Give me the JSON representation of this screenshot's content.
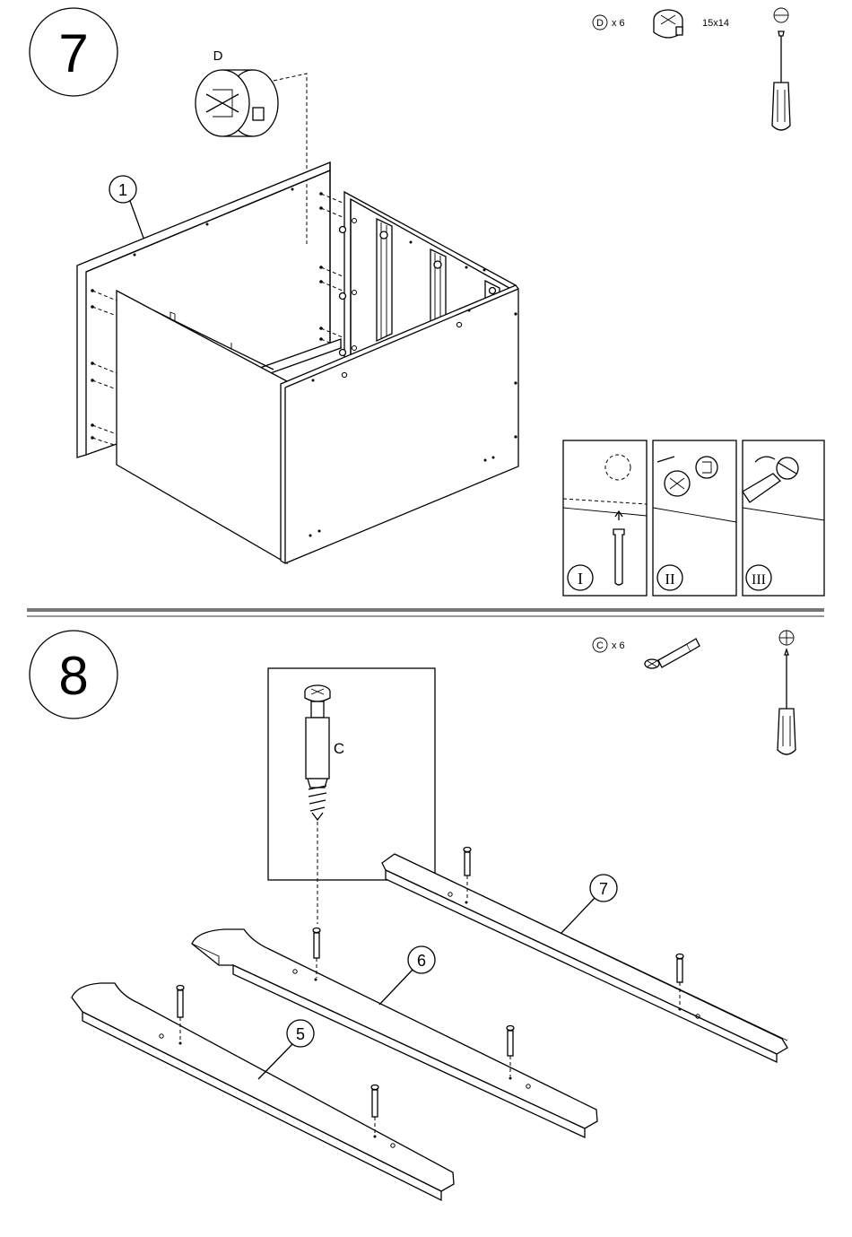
{
  "step7": {
    "number": "7",
    "hardware": {
      "letter": "D",
      "qty": "x 6",
      "size": "15x14"
    },
    "part_label": "D",
    "callout_1": "1",
    "inset_labels": [
      "I",
      "II",
      "III"
    ]
  },
  "step8": {
    "number": "8",
    "hardware": {
      "letter": "C",
      "qty": "x 6"
    },
    "detail_label": "C",
    "callout_5": "5",
    "callout_6": "6",
    "callout_7": "7"
  },
  "icons": [
    "flathead-screwdriver-icon",
    "phillips-screwdriver-icon",
    "cam-lock-icon",
    "cam-bolt-icon"
  ]
}
